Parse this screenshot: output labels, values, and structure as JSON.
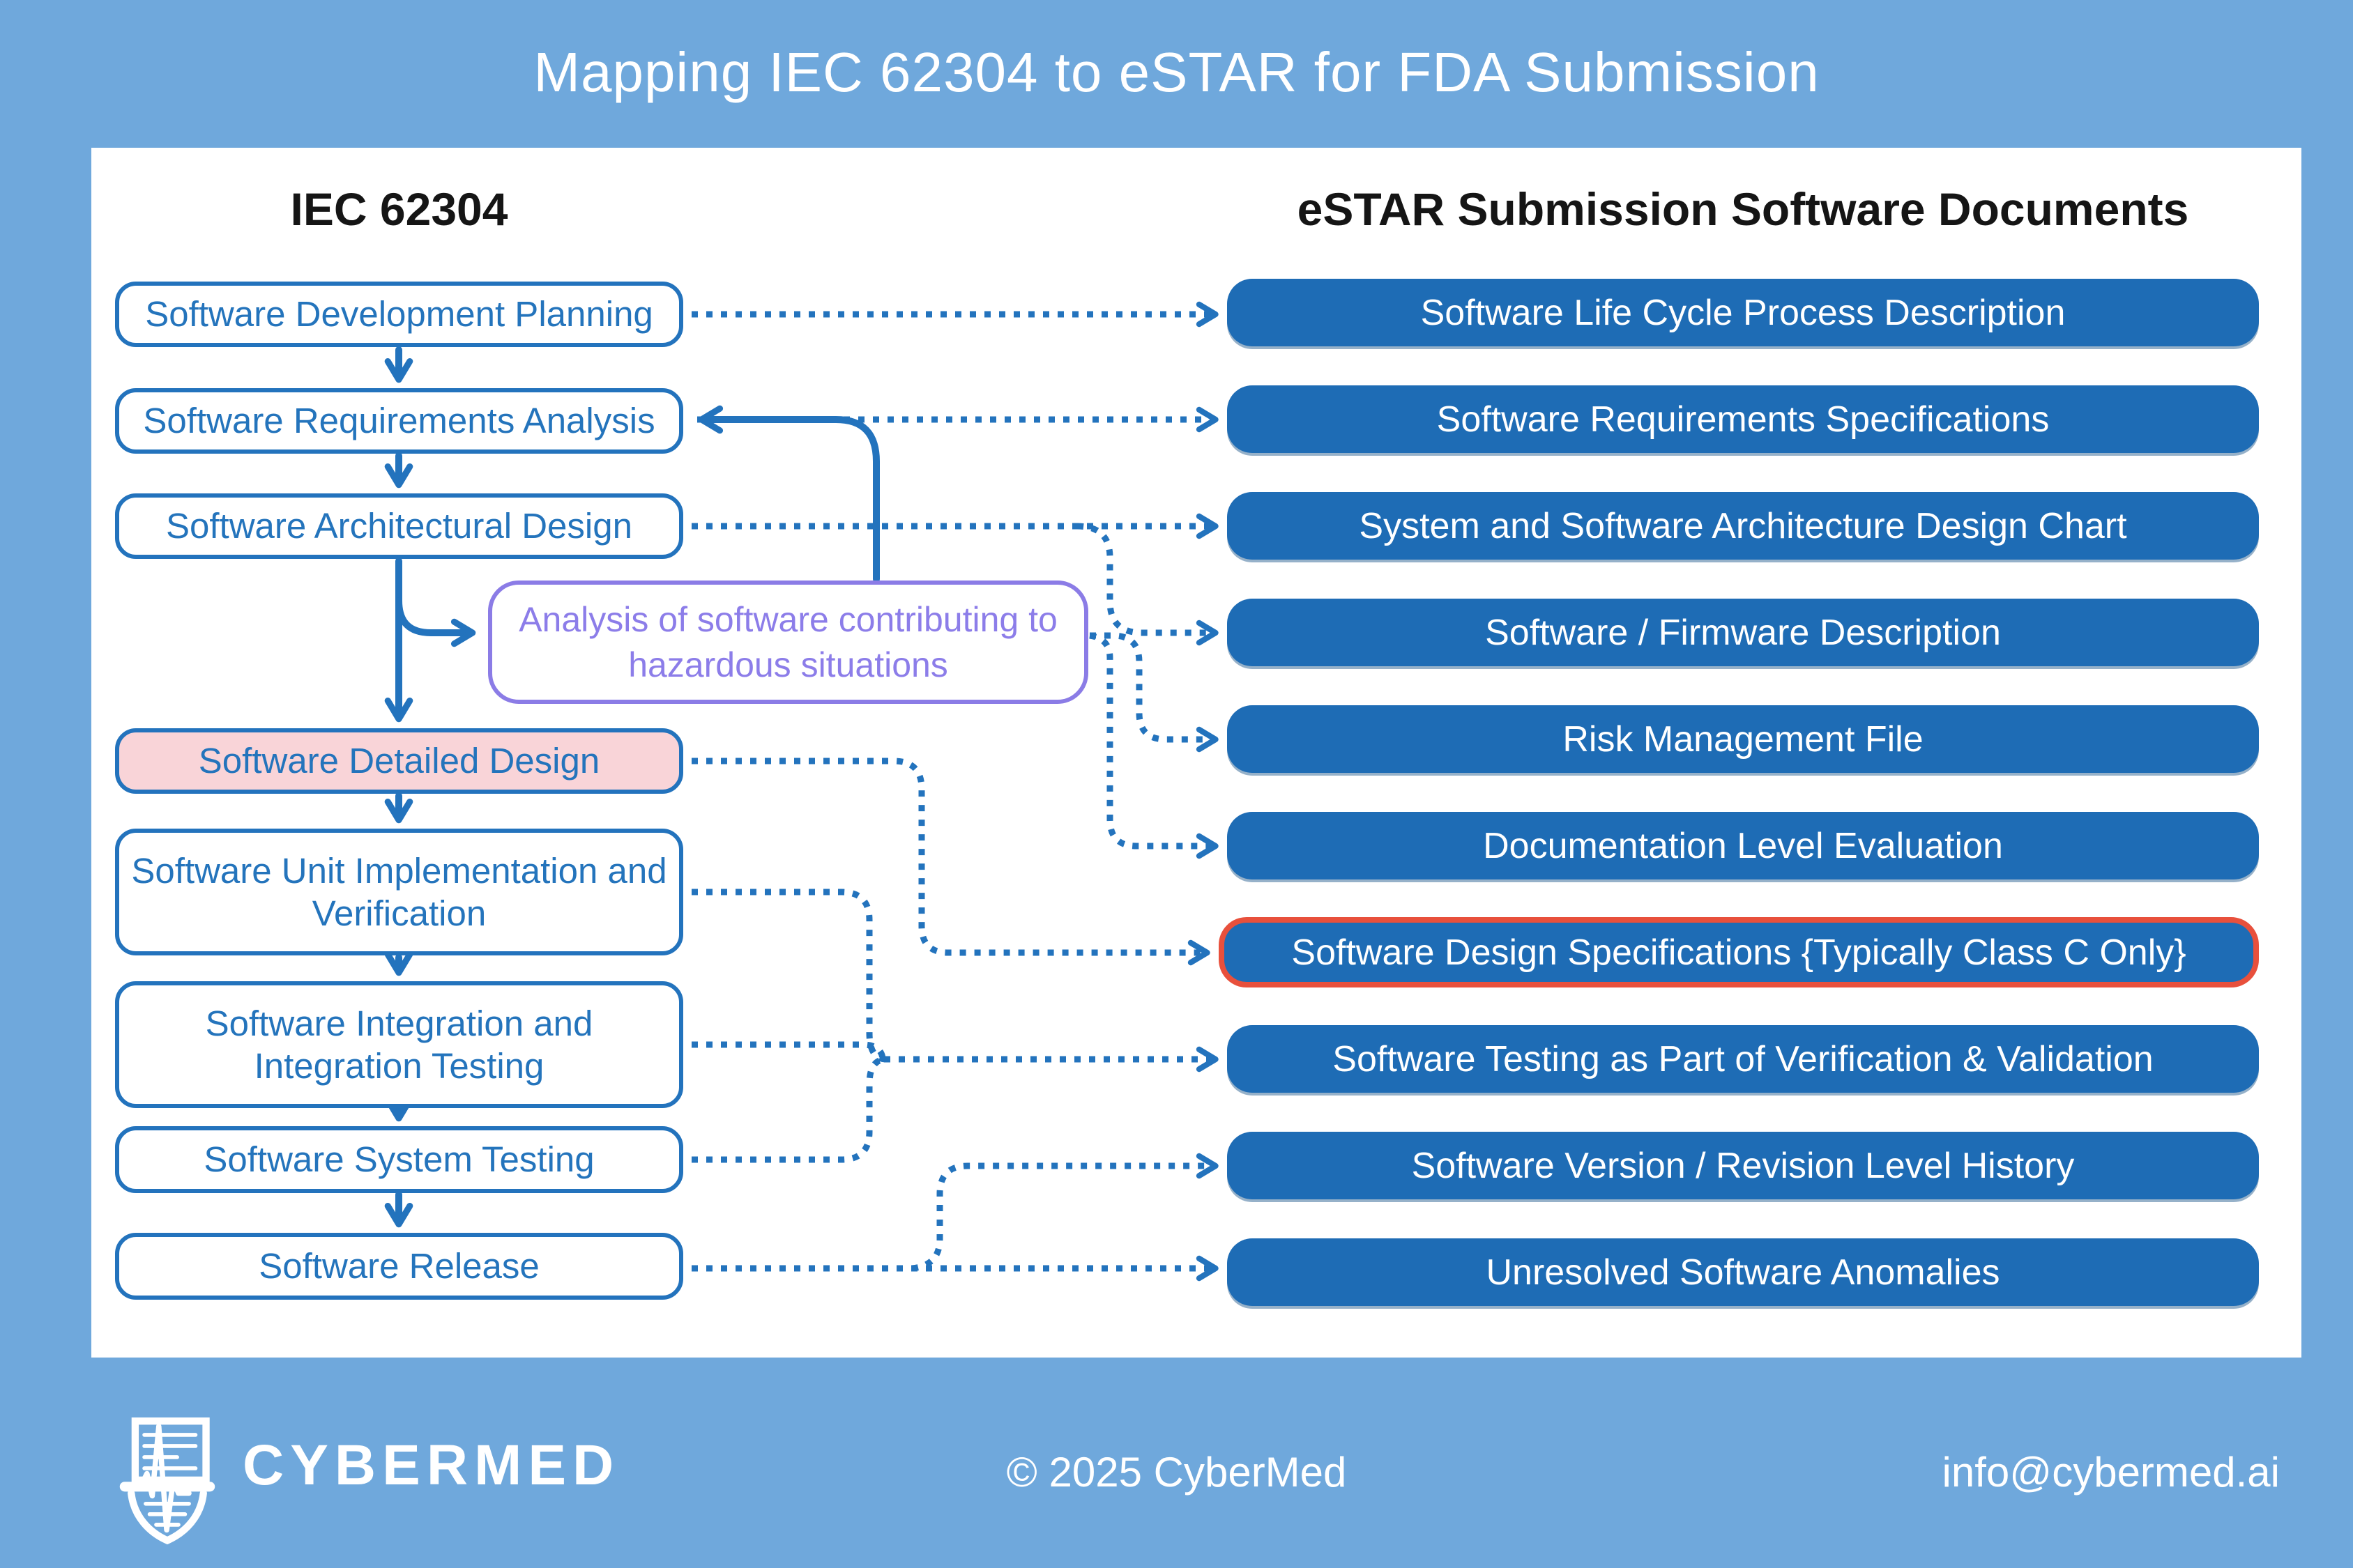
{
  "title": "Mapping IEC 62304 to eSTAR for FDA Submission",
  "columns": {
    "left_header": "IEC 62304",
    "right_header": "eSTAR Submission Software Documents"
  },
  "iec_boxes": [
    {
      "label": "Software Development Planning",
      "variant": "outline"
    },
    {
      "label": "Software Requirements Analysis",
      "variant": "outline"
    },
    {
      "label": "Software Architectural Design",
      "variant": "outline"
    },
    {
      "label": "Software Detailed Design",
      "variant": "pink-highlight"
    },
    {
      "label": "Software Unit Implementation and Verification",
      "variant": "outline"
    },
    {
      "label": "Software Integration and Integration Testing",
      "variant": "outline"
    },
    {
      "label": "Software System Testing",
      "variant": "outline"
    },
    {
      "label": "Software Release",
      "variant": "outline"
    }
  ],
  "hazard_box": {
    "label": "Analysis of software contributing to hazardous situations"
  },
  "estar_boxes": [
    {
      "label": "Software Life Cycle Process Description"
    },
    {
      "label": "Software Requirements Specifications"
    },
    {
      "label": "System and Software Architecture Design Chart"
    },
    {
      "label": "Software / Firmware Description"
    },
    {
      "label": "Risk Management File"
    },
    {
      "label": "Documentation Level Evaluation"
    },
    {
      "label": "Software Design Specifications {Typically Class C Only}",
      "variant": "red-outline"
    },
    {
      "label": "Software Testing as Part of Verification & Validation"
    },
    {
      "label": "Software Version / Revision Level History"
    },
    {
      "label": "Unresolved Software Anomalies"
    }
  ],
  "mappings": [
    {
      "from": "Software Development Planning",
      "to": "Software Life Cycle Process Description"
    },
    {
      "from": "Software Requirements Analysis",
      "to": "Software Requirements Specifications"
    },
    {
      "from": "Software Architectural Design",
      "to": "System and Software Architecture Design Chart"
    },
    {
      "from": "Software Architectural Design",
      "to": "Software / Firmware Description"
    },
    {
      "from": "Analysis of software contributing to hazardous situations",
      "to": "Risk Management File"
    },
    {
      "from": "Analysis of software contributing to hazardous situations",
      "to": "Documentation Level Evaluation"
    },
    {
      "from": "Software Detailed Design",
      "to": "Software Design Specifications {Typically Class C Only}"
    },
    {
      "from": "Software Unit Implementation and Verification",
      "to": "Software Testing as Part of Verification & Validation"
    },
    {
      "from": "Software Integration and Integration Testing",
      "to": "Software Testing as Part of Verification & Validation"
    },
    {
      "from": "Software System Testing",
      "to": "Software Testing as Part of Verification & Validation"
    },
    {
      "from": "Software Release",
      "to": "Software Version / Revision Level History"
    },
    {
      "from": "Software Release",
      "to": "Unresolved Software Anomalies"
    }
  ],
  "footer": {
    "brand": "CYBERMED",
    "copyright": "© 2025 CyberMed",
    "email": "info@cybermed.ai"
  },
  "colors": {
    "background": "#6FA8DC",
    "panel": "#FFFFFF",
    "line_blue": "#2373BD",
    "estar_fill": "#1E6CB5",
    "purple": "#8B7CE6",
    "pink_fill": "#F9D4D8",
    "red_outline": "#E8503C",
    "title_text": "#FFFFFF"
  }
}
